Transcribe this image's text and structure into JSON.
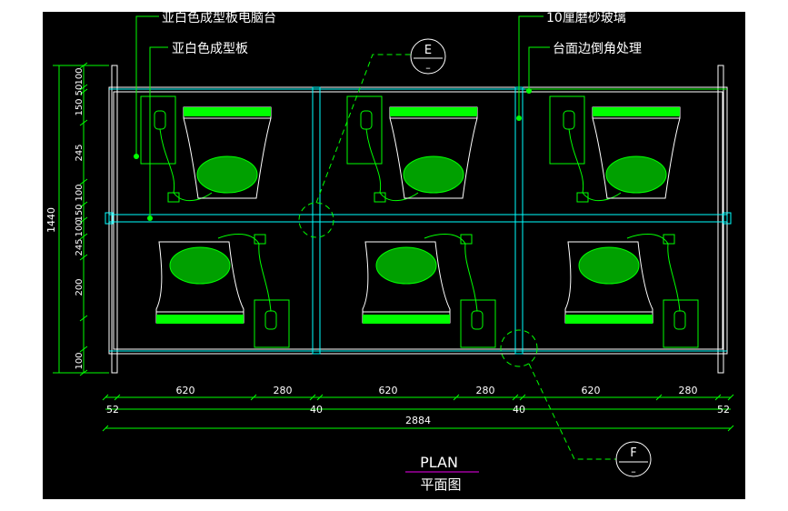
{
  "labels": {
    "desk_label": "亚白色成型板电脑台",
    "panel_label": "亚白色成型板",
    "glass_label": "10厘磨砂玻璃",
    "edge_label": "台面边倒角处理"
  },
  "callouts": {
    "e_letter": "E",
    "e_dash": "–",
    "f_letter": "F",
    "f_dash": "–"
  },
  "title": {
    "en": "PLAN",
    "cn": "平面图"
  },
  "dimensions": {
    "left_overall": "1440",
    "left_segments": [
      "100",
      "50",
      "150",
      "245",
      "100",
      "150",
      "100",
      "245",
      "200",
      "100"
    ],
    "bottom_segments": [
      "620",
      "280",
      "620",
      "280",
      "620",
      "280"
    ],
    "bottom_small": [
      "52",
      "40",
      "40",
      "52"
    ],
    "bottom_overall": "2884"
  },
  "colors": {
    "background": "#000000",
    "frame": "#ffffff",
    "green": "#00ff00",
    "cyan": "#00ffff",
    "magenta": "#c000c0"
  }
}
